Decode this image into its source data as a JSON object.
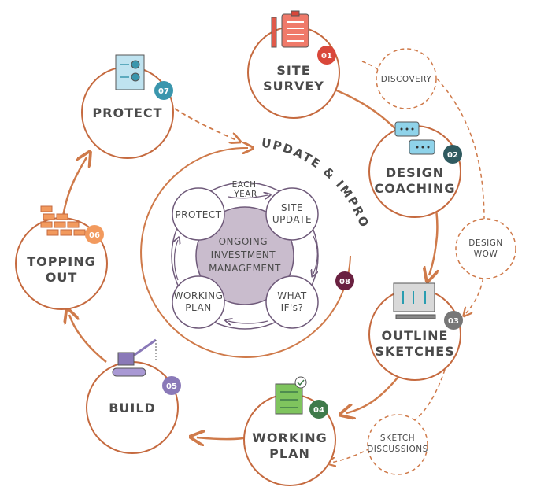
{
  "center": {
    "label_lines": [
      "ONGOING",
      "INVESTMENT",
      "MANAGEMENT"
    ],
    "arc_title": "UPDATE & IMPROVE",
    "each_year_lines": [
      "EACH",
      "YEAR"
    ]
  },
  "inner_stages": [
    {
      "lines": [
        "PROTECT"
      ]
    },
    {
      "lines": [
        "SITE",
        "UPDATE"
      ]
    },
    {
      "lines": [
        "WHAT",
        "IF's?"
      ]
    },
    {
      "lines": [
        "WORKING",
        "PLAN"
      ]
    }
  ],
  "stages": [
    {
      "number": "01",
      "lines": [
        "SITE",
        "SURVEY"
      ],
      "color": "#d9473a",
      "icon": "clipboard-icon"
    },
    {
      "number": "02",
      "lines": [
        "DESIGN",
        "COACHING"
      ],
      "color": "#2f5a60",
      "icon": "chat-bubbles-icon"
    },
    {
      "number": "03",
      "lines": [
        "OUTLINE",
        "SKETCHES"
      ],
      "color": "#777777",
      "icon": "blueprint-table-icon"
    },
    {
      "number": "04",
      "lines": [
        "WORKING",
        "PLAN"
      ],
      "color": "#3f7a4a",
      "icon": "plan-document-icon"
    },
    {
      "number": "05",
      "lines": [
        "BUILD"
      ],
      "color": "#8a79b8",
      "icon": "crane-icon"
    },
    {
      "number": "06",
      "lines": [
        "TOPPING",
        "OUT"
      ],
      "color": "#f29a5e",
      "icon": "bricks-icon"
    },
    {
      "number": "07",
      "lines": [
        "PROTECT"
      ],
      "color": "#3a96ad",
      "icon": "certificate-icon"
    }
  ],
  "stage_08": {
    "number": "08",
    "color": "#6a2040"
  },
  "side_notes": [
    {
      "lines": [
        "DISCOVERY"
      ]
    },
    {
      "lines": [
        "DESIGN",
        "WOW"
      ]
    },
    {
      "lines": [
        "SKETCH",
        "DISCUSSIONS"
      ]
    }
  ],
  "colors": {
    "ring": "#cf7a4a",
    "outline": "#c56a3f",
    "center_fill": "#c9bccd",
    "inner_circle_stroke": "#6f5a7a"
  }
}
